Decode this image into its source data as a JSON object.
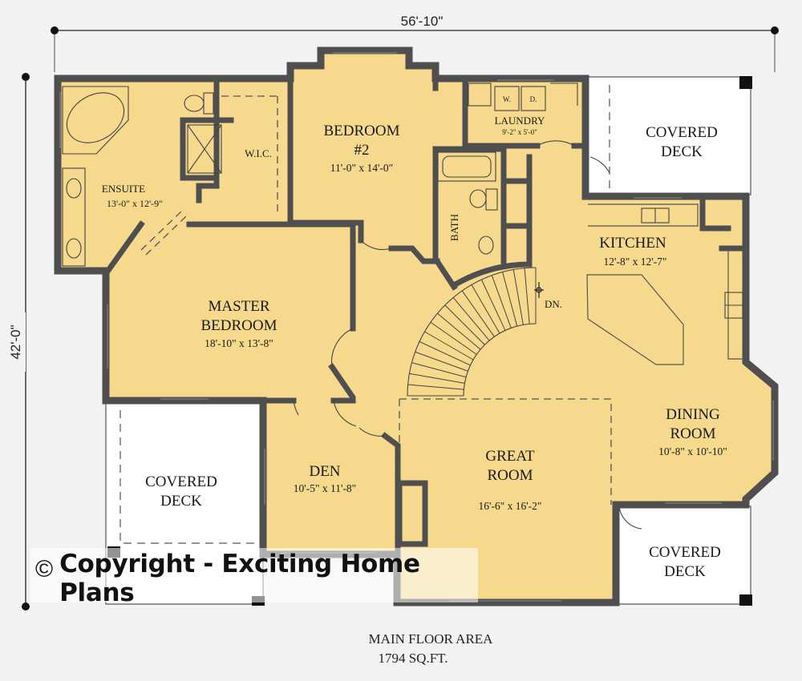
{
  "dimensions": {
    "width": "56'-10\"",
    "depth": "42'-0\""
  },
  "rooms": {
    "ensuite": {
      "name": "ENSUITE",
      "size": "13'-0\" x 12'-9\""
    },
    "wic": {
      "name": "W.I.C."
    },
    "bedroom2": {
      "name": "BEDROOM",
      "number": "#2",
      "size": "11'-0\" x 14'-0\""
    },
    "laundry": {
      "name": "LAUNDRY",
      "size": "9'-2\" x 5'-0\"",
      "washer": "W.",
      "dryer": "D."
    },
    "bath": {
      "name": "BATH"
    },
    "kitchen": {
      "name": "KITCHEN",
      "size": "12'-8\" x 12'-7\""
    },
    "master": {
      "name_line1": "MASTER",
      "name_line2": "BEDROOM",
      "size": "18'-10\" x 13'-8\""
    },
    "stair": {
      "label": "DN."
    },
    "dining": {
      "name_line1": "DINING",
      "name_line2": "ROOM",
      "size": "10'-8\" x 10'-10\""
    },
    "den": {
      "name": "DEN",
      "size": "10'-5\" x 11'-8\""
    },
    "great": {
      "name_line1": "GREAT",
      "name_line2": "ROOM",
      "size": "16'-6\" x 16'-2\""
    },
    "deck_ne": {
      "line1": "COVERED",
      "line2": "DECK"
    },
    "deck_sw": {
      "line1": "COVERED",
      "line2": "DECK"
    },
    "deck_se": {
      "line1": "COVERED",
      "line2": "DECK"
    }
  },
  "footer": {
    "line1": "MAIN FLOOR AREA",
    "line2": "1794 SQ.FT."
  },
  "copyright": {
    "symbol": "©",
    "text": "Copyright - Exciting Home Plans"
  },
  "colors": {
    "floor": "#f7d98e",
    "wall": "#4f4f4f",
    "deck": "#ffffff",
    "background": "#f2f2f4"
  }
}
